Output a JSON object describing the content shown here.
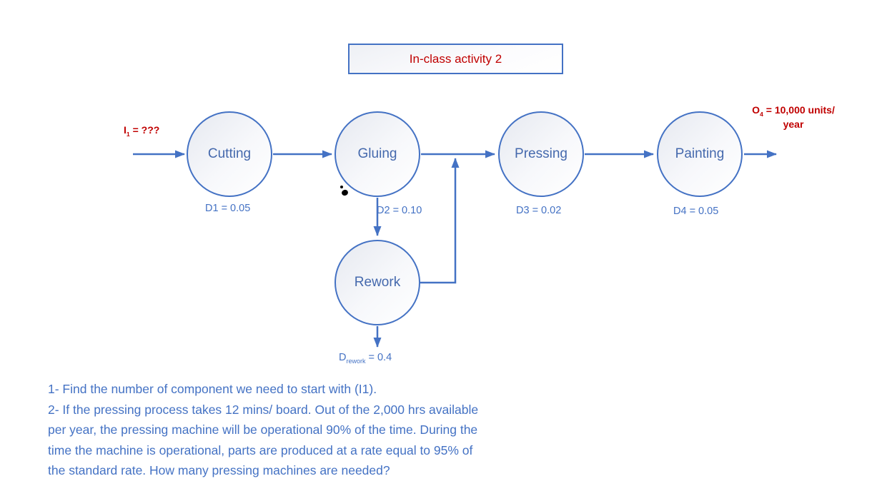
{
  "title": "In-class activity 2",
  "diagram": {
    "input_label": {
      "base": "I",
      "sub": "1",
      "rest": " = ???"
    },
    "output_label": {
      "base": "O",
      "sub": "4",
      "rest": " = 10,000 units/",
      "line2": "year"
    },
    "stations": [
      {
        "name": "Cutting",
        "defect_label": "D1 = 0.05"
      },
      {
        "name": "Gluing",
        "defect_label": "D2 = 0.10"
      },
      {
        "name": "Pressing",
        "defect_label": "D3 = 0.02"
      },
      {
        "name": "Painting",
        "defect_label": "D4 = 0.05"
      }
    ],
    "rework": {
      "name": "Rework",
      "defect_base": "D",
      "defect_sub": "rework",
      "defect_rest": " = 0.4"
    }
  },
  "questions": {
    "lines": [
      "1- Find the number of component we need to start with (I1).",
      "2- If the pressing process takes 12 mins/ board. Out of the 2,000 hrs available",
      "per year, the pressing machine will be operational 90% of the time. During the",
      "time the machine is operational, parts are produced at a rate equal to 95% of",
      "the standard rate. How many pressing machines are needed?"
    ]
  },
  "colors": {
    "accent_blue": "#4472C4",
    "red_text": "#C00000",
    "node_text": "#4569AD"
  }
}
